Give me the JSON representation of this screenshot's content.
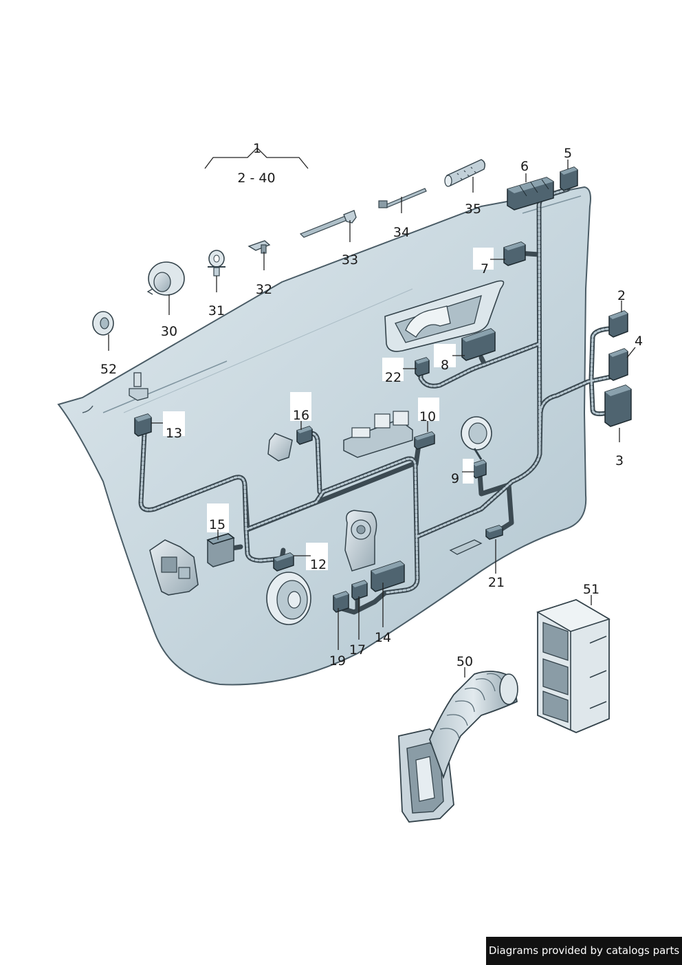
{
  "labels": {
    "p1": "1",
    "range": "2 - 40",
    "p2": "2",
    "p3": "3",
    "p4": "4",
    "p5": "5",
    "p6": "6",
    "p7": "7",
    "p8": "8",
    "p9": "9",
    "p10": "10",
    "p12": "12",
    "p13": "13",
    "p14": "14",
    "p15": "15",
    "p16": "16",
    "p17": "17",
    "p19": "19",
    "p21": "21",
    "p22": "22",
    "p30": "30",
    "p31": "31",
    "p32": "32",
    "p33": "33",
    "p34": "34",
    "p35": "35",
    "p50": "50",
    "p51": "51",
    "p52": "52"
  },
  "footer": {
    "text": "Diagrams provided by catalogs parts"
  },
  "colors": {
    "panel": "#c7d6de",
    "harness": "#3c4a52",
    "connector": "#4f6470"
  }
}
